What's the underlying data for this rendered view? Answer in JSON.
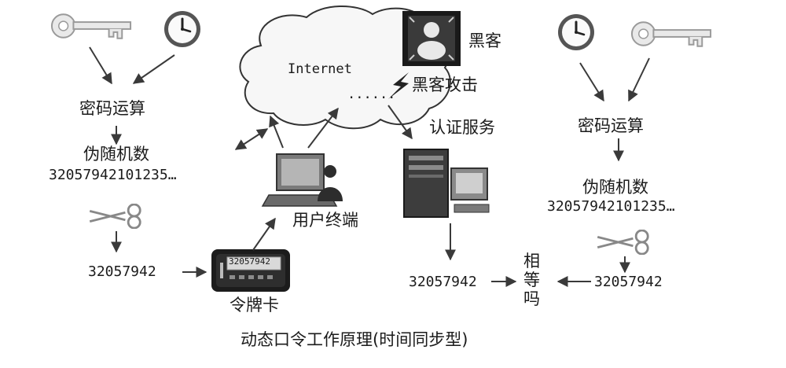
{
  "diagram": {
    "caption": "动态口令工作原理(时间同步型)",
    "left": {
      "crypto_op": "密码运算",
      "prng_title": "伪随机数",
      "prng_value": "32057942101235…",
      "truncated_value": "32057942",
      "token_label": "令牌卡",
      "token_display": "32057942"
    },
    "center": {
      "cloud_label": "Internet",
      "cloud_dots": "......",
      "hacker_label": "黑客",
      "attack_label": "黑客攻击",
      "terminal_label": "用户终端",
      "server_label": "认证服务"
    },
    "right": {
      "crypto_op": "密码运算",
      "prng_title": "伪随机数",
      "prng_value": "32057942101235…",
      "truncated_value": "32057942",
      "received_value": "32057942",
      "compare_label": "相等吗"
    },
    "colors": {
      "ink": "#1b1b1b",
      "arrow": "#3a3a3a",
      "cloud_fill": "#f7f7f7",
      "cloud_stroke": "#333333"
    }
  }
}
